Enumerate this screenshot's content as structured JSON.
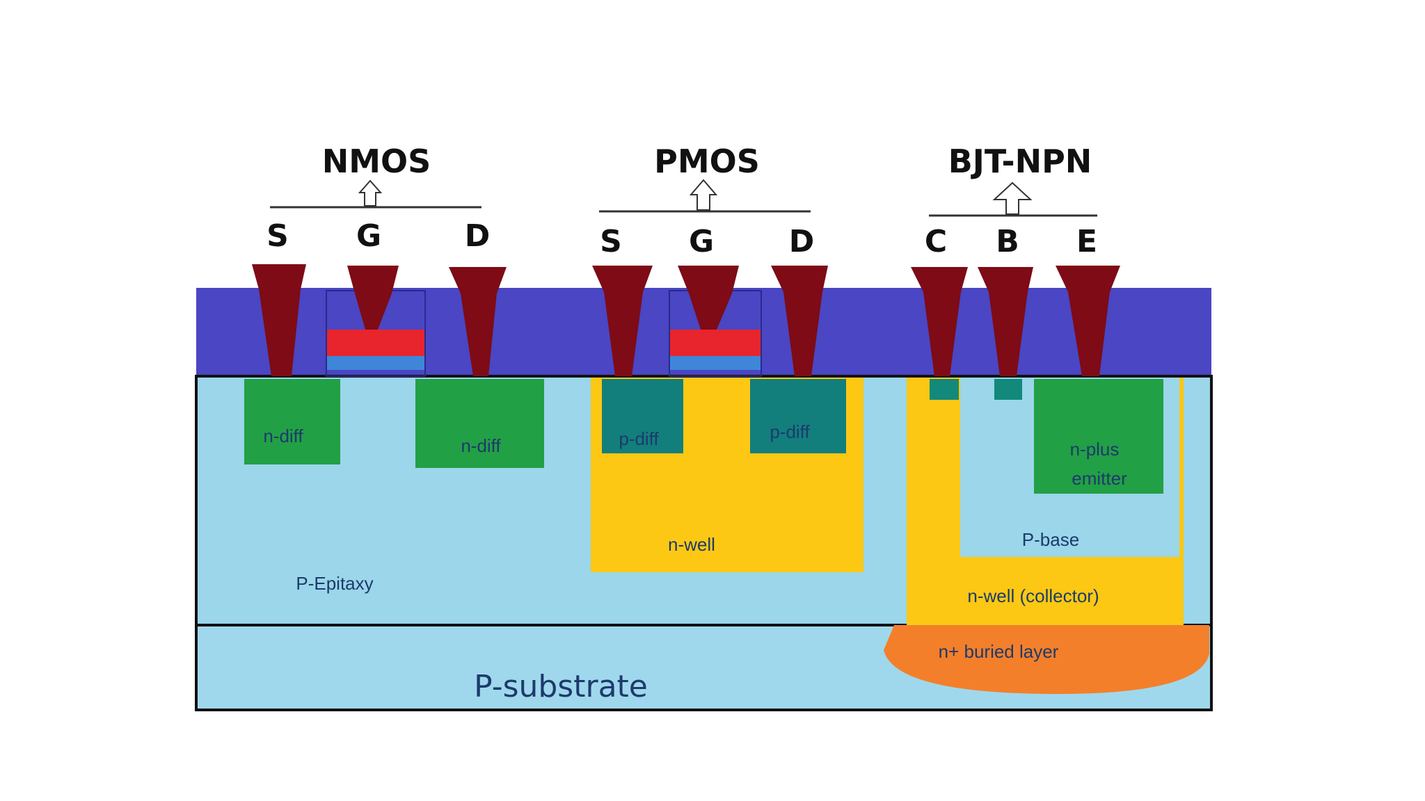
{
  "devices": {
    "nmos": {
      "title": "NMOS",
      "terminals": [
        "S",
        "G",
        "D"
      ],
      "regions": [
        "n-diff",
        "n-diff"
      ]
    },
    "pmos": {
      "title": "PMOS",
      "terminals": [
        "S",
        "G",
        "D"
      ],
      "regions": [
        "p-diff",
        "p-diff",
        "n-well"
      ]
    },
    "bjt": {
      "title": "BJT-NPN",
      "terminals": [
        "C",
        "B",
        "E"
      ],
      "regions": [
        "n-plus",
        "emitter",
        "P-base",
        "n-well (collector)",
        "n+ buried layer"
      ]
    }
  },
  "layers": {
    "epitaxy": "P-Epitaxy",
    "substrate": "P-substrate"
  },
  "colors": {
    "oxide": "#4a46c4",
    "contact": "#7e0b16",
    "gate_poly": "#e8242c",
    "gate_oxide": "#3f86d8",
    "epitaxy": "#9bd6ea",
    "substrate": "#9fd8ec",
    "n_diff": "#22a045",
    "p_diff": "#127f7c",
    "n_well": "#fcc813",
    "buried_layer": "#f47f2a"
  }
}
